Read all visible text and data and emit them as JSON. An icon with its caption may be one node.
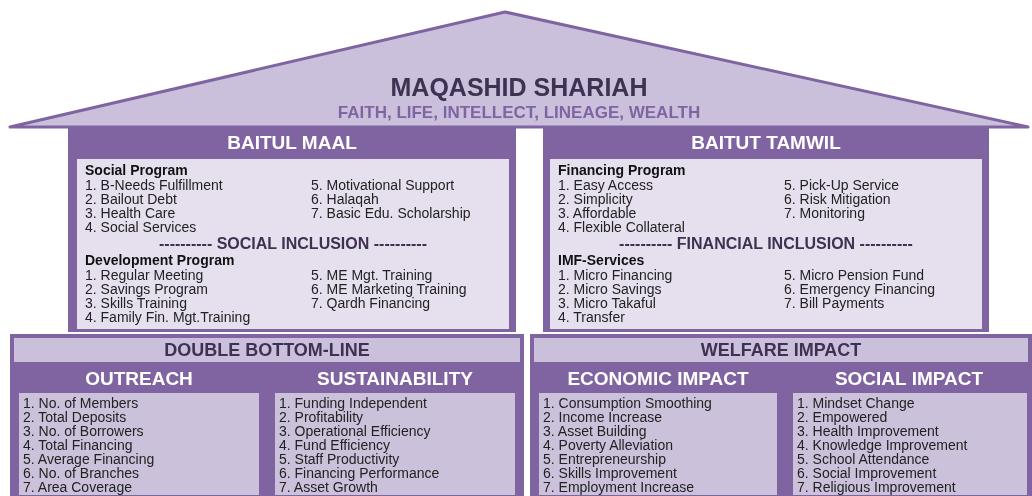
{
  "diagram": {
    "nodes": [
      {
        "text": [
          "MAQASHID SHARIAH",
          "FAITH, LIFE, INTELLECT, LINEAGE, WEALTH"
        ]
      },
      {
        "text": [
          "BAITUL MAAL"
        ]
      },
      {
        "text": [
          "Social Program",
          "1. B-Needs Fulfillment",
          "2. Bailout Debt",
          "3. Health Care",
          "4. Social Services",
          "5. Motivational Support",
          "6. Halaqah",
          "7. Basic Edu. Scholarship",
          "---------- SOCIAL INCLUSION ----------",
          "Development Program",
          "1. Regular Meeting",
          "2. Savings Program",
          "3. Skills Training",
          "4. Family Fin. Mgt.Training",
          "5. ME Mgt. Training",
          "6. ME Marketing Training",
          "7. Qardh Financing"
        ],
        "in": 1
      },
      {
        "text": [
          "BAITUT TAMWIL"
        ]
      },
      {
        "text": [
          "Financing Program",
          "1. Easy Access",
          "2. Simplicity",
          "3. Affordable",
          "4. Flexible Collateral",
          "5. Pick-Up Service",
          "6. Risk Mitigation",
          "7. Monitoring",
          "---------- FINANCIAL INCLUSION ----------",
          "IMF-Services",
          "1. Micro Financing",
          "2. Micro Savings",
          "3. Micro Takaful",
          "4. Transfer",
          "5. Micro Pension Fund",
          "6. Emergency Financing",
          "7. Bill Payments"
        ],
        "in": 3
      },
      {
        "text": [
          "DOUBLE BOTTOM-LINE"
        ]
      },
      {
        "text": [
          "OUTREACH"
        ],
        "in": 5
      },
      {
        "text": [
          "1. No. of Members",
          "2. Total Deposits",
          "3. No. of Borrowers",
          "4. Total Financing",
          "5. Average Financing",
          "6. No. of Branches",
          "7. Area Coverage"
        ],
        "in": 6
      },
      {
        "text": [
          "SUSTAINABILITY"
        ],
        "in": 5
      },
      {
        "text": [
          "1. Funding Independent",
          "2. Profitability",
          "3. Operational Efficiency",
          "4. Fund Efficiency",
          "5. Staff Productivity",
          "6. Financing Performance",
          "7. Asset Growth"
        ],
        "in": 8
      },
      {
        "text": [
          "WELFARE IMPACT"
        ]
      },
      {
        "text": [
          "ECONOMIC IMPACT"
        ],
        "in": 10
      },
      {
        "text": [
          "1. Consumption Smoothing",
          "2. Income Increase",
          "3. Asset Building",
          "4. Poverty Alleviation",
          "5. Entrepreneurship",
          "6. Skills Improvement",
          "7. Employment Increase"
        ],
        "in": 11
      },
      {
        "text": [
          "SOCIAL IMPACT"
        ],
        "in": 10
      },
      {
        "text": [
          "1. Mindset Change",
          "2. Empowered",
          "3. Health Improvement",
          "4. Knowledge Improvement",
          "5. School Attendance",
          "6. Social Improvement",
          "7. Religious Improvement"
        ],
        "in": 13
      }
    ]
  }
}
